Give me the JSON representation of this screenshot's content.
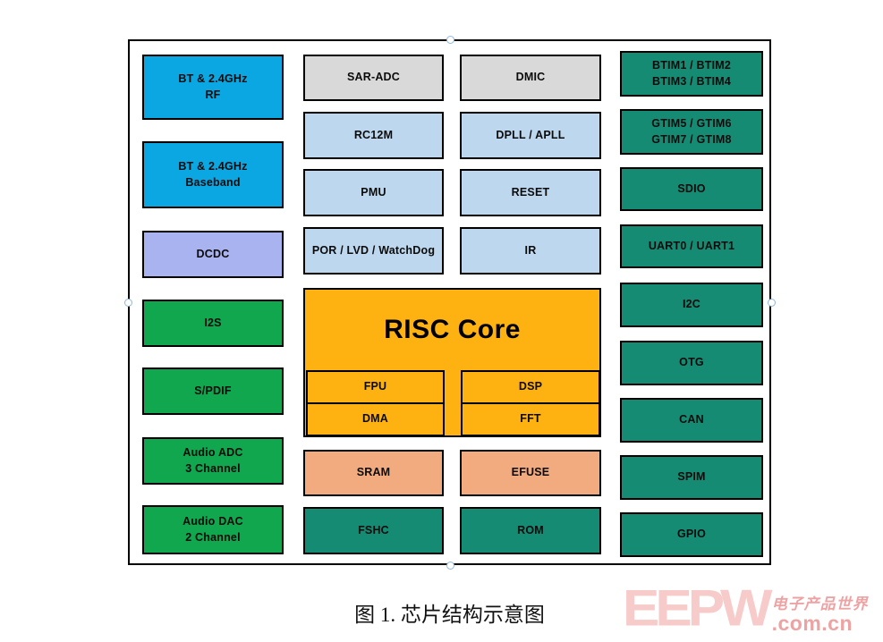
{
  "colors": {
    "cyan": "#0aa7e3",
    "lavender": "#a9b3f0",
    "green": "#10a74f",
    "teal": "#168b73",
    "gray": "#d9d9d9",
    "lightblue": "#bdd7ee",
    "orange": "#fdb211",
    "peach": "#f2ab7e",
    "wm_light": "#f6cbc9",
    "wm_mid": "#eda3a3"
  },
  "blocks": {
    "bt_rf": "BT & 2.4GHz\nRF",
    "bt_baseband": "BT & 2.4GHz\nBaseband",
    "dcdc": "DCDC",
    "i2s": "I2S",
    "spdif": "S/PDIF",
    "audio_adc": "Audio ADC\n3 Channel",
    "audio_dac": "Audio DAC\n2 Channel",
    "sar_adc": "SAR-ADC",
    "rc12m": "RC12M",
    "pmu": "PMU",
    "por_lvd_watchdog": "POR / LVD / WatchDog",
    "dmic": "DMIC",
    "dpll_apll": "DPLL / APLL",
    "reset": "RESET",
    "ir": "IR",
    "risc_core": "RISC Core",
    "fpu": "FPU",
    "dma": "DMA",
    "dsp": "DSP",
    "fft": "FFT",
    "sram": "SRAM",
    "efuse": "EFUSE",
    "fshc": "FSHC",
    "rom": "ROM",
    "btim": "BTIM1 / BTIM2\nBTIM3 / BTIM4",
    "gtim": "GTIM5 / GTIM6\nGTIM7 / GTIM8",
    "sdio": "SDIO",
    "uart": "UART0 / UART1",
    "i2c": "I2C",
    "otg": "OTG",
    "can": "CAN",
    "spim": "SPIM",
    "gpio": "GPIO"
  },
  "caption": "图 1. 芯片结构示意图",
  "watermark": {
    "logo": "EEPW",
    "cn": "电子产品世界",
    "domain": ".com.cn"
  }
}
